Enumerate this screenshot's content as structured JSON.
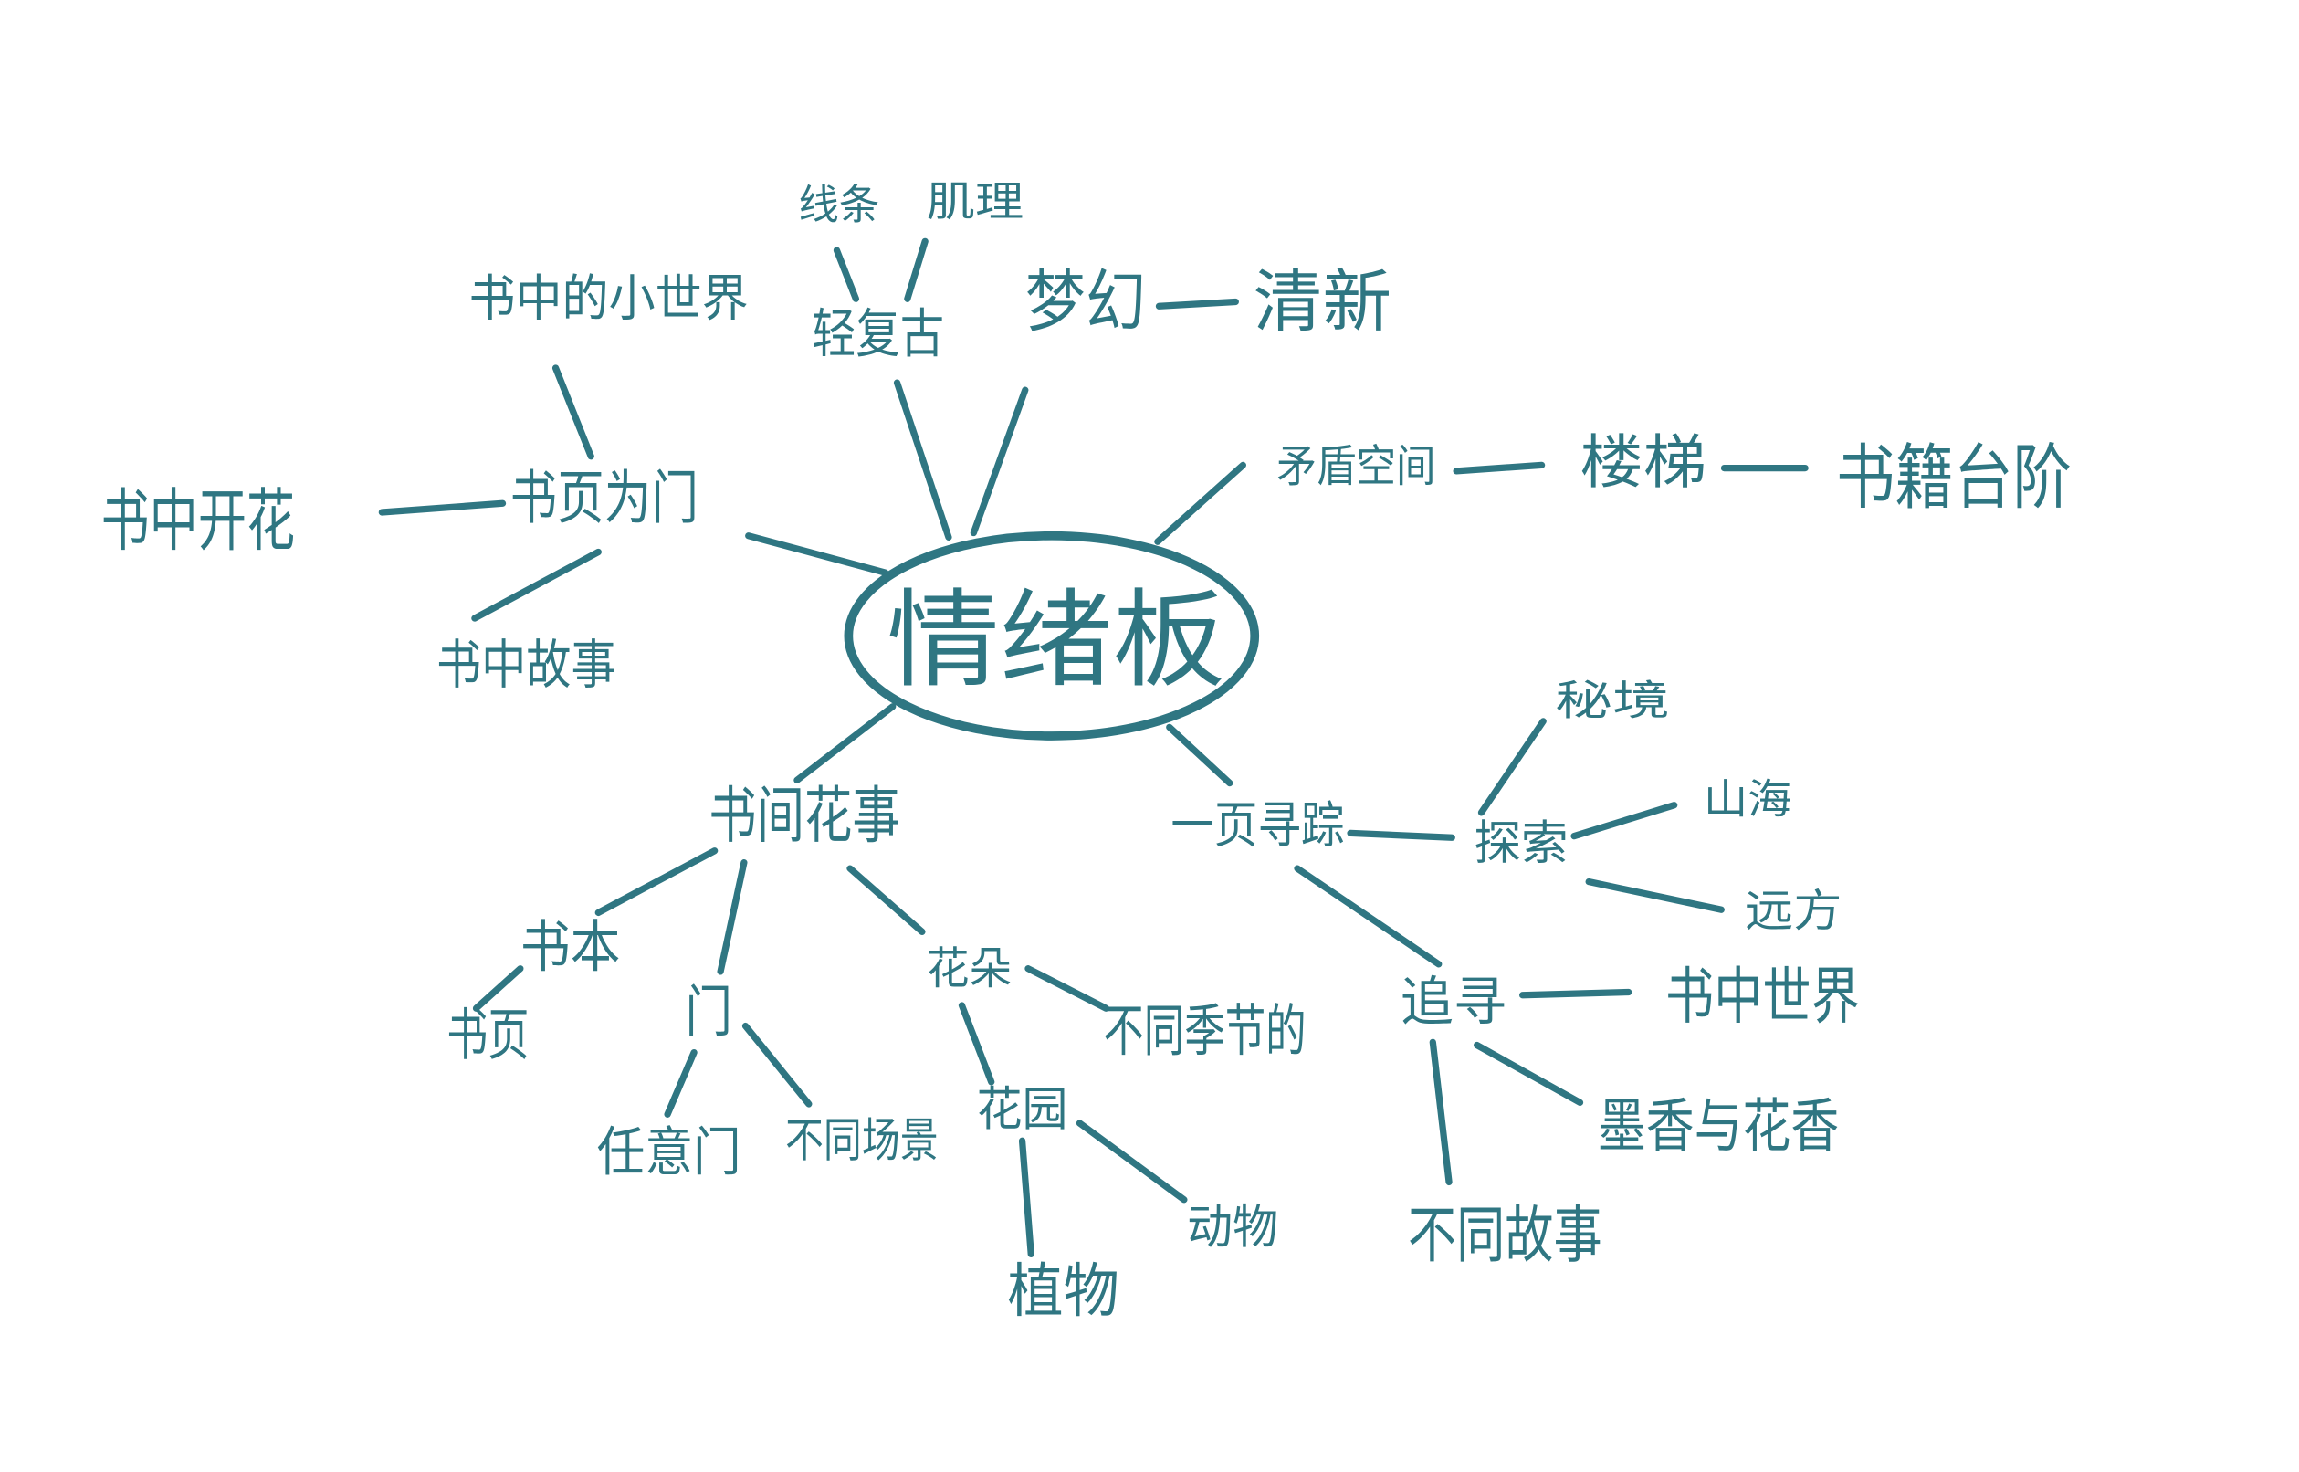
{
  "theme": {
    "ink": "#2f7682",
    "background": "#ffffff"
  },
  "center": {
    "label": "情绪板"
  },
  "nodes": {
    "xiantiao": "线条",
    "jili": "肌理",
    "qingfugu": "轻复古",
    "menghuan": "梦幻",
    "qingxin": "清新",
    "shuzhongdexiaoshijie": "书中的小世界",
    "shuyeweimen": "书页为门",
    "shuzhongkaihua": "书中开花",
    "shuzhonggushi": "书中故事",
    "maodunkongjian": "矛盾空间",
    "louti": "楼梯",
    "shujitaijie": "书籍台阶",
    "shujianhuashi": "书间花事",
    "shuben": "书本",
    "shuye": "书页",
    "men": "门",
    "renyimen": "任意门",
    "butongchangjing": "不同场景",
    "huaduo": "花朵",
    "butongjijiede": "不同季节的",
    "huayuan": "花园",
    "dongwu": "动物",
    "zhiwu": "植物",
    "yiyexunzong": "一页寻踪",
    "tansuo": "探索",
    "mijing": "秘境",
    "shanhai": "山海",
    "yuanfang": "远方",
    "zhuixun": "追寻",
    "shuzhongshijie": "书中世界",
    "moxiangyuhuaxiang": "墨香与花香",
    "butonggushi": "不同故事"
  }
}
